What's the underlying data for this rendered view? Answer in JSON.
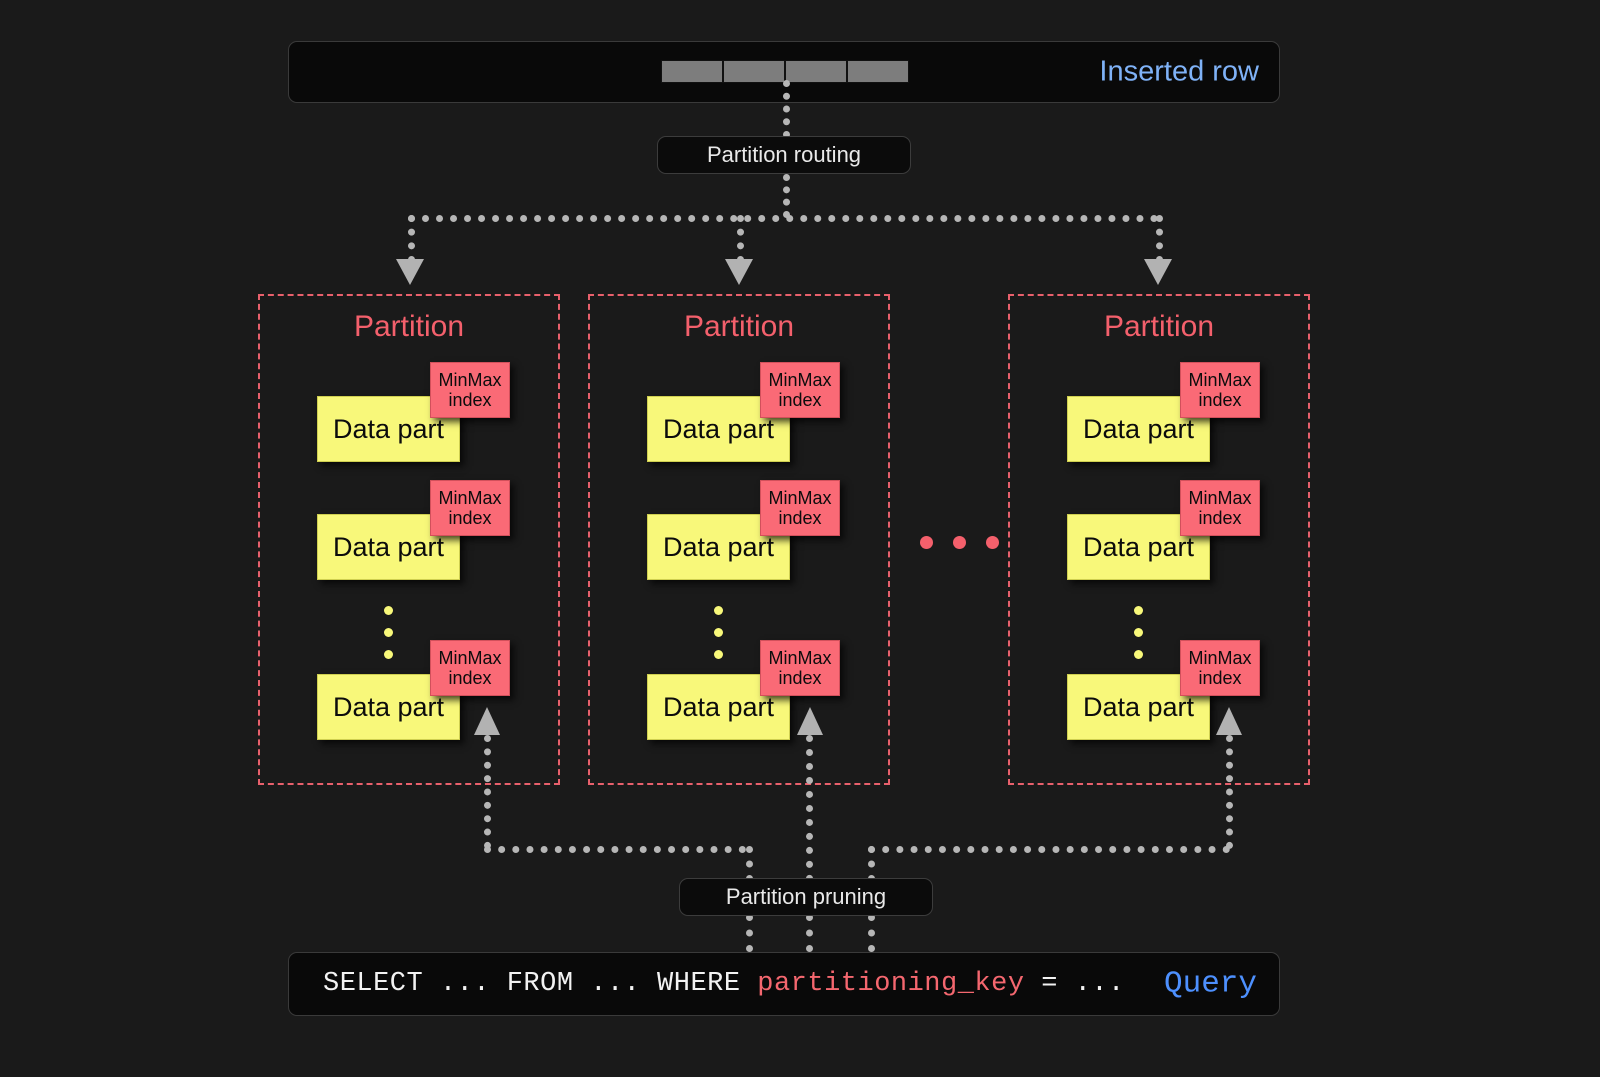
{
  "top": {
    "inserted_row_label": "Inserted row",
    "row_cell_count": 4,
    "routing_label": "Partition routing"
  },
  "partitions": [
    {
      "title": "Partition",
      "parts": [
        {
          "label": "Data part",
          "index_line1": "MinMax",
          "index_line2": "index"
        },
        {
          "label": "Data part",
          "index_line1": "MinMax",
          "index_line2": "index"
        },
        {
          "label": "Data part",
          "index_line1": "MinMax",
          "index_line2": "index"
        }
      ]
    },
    {
      "title": "Partition",
      "parts": [
        {
          "label": "Data part",
          "index_line1": "MinMax",
          "index_line2": "index"
        },
        {
          "label": "Data part",
          "index_line1": "MinMax",
          "index_line2": "index"
        },
        {
          "label": "Data part",
          "index_line1": "MinMax",
          "index_line2": "index"
        }
      ]
    },
    {
      "title": "Partition",
      "parts": [
        {
          "label": "Data part",
          "index_line1": "MinMax",
          "index_line2": "index"
        },
        {
          "label": "Data part",
          "index_line1": "MinMax",
          "index_line2": "index"
        },
        {
          "label": "Data part",
          "index_line1": "MinMax",
          "index_line2": "index"
        }
      ]
    }
  ],
  "ellipsis": {
    "between_partitions_dots": 3,
    "within_partition_dots": 3
  },
  "bottom": {
    "pruning_label": "Partition pruning",
    "query_prefix": "SELECT ... FROM ... WHERE ",
    "query_key": "partitioning_key",
    "query_suffix": " = ...",
    "query_label": "Query"
  },
  "colors": {
    "background": "#1a1a1a",
    "panel": "#090909",
    "partition_border": "#e8606c",
    "partition_title": "#f4606c",
    "data_part": "#f8f87a",
    "minmax_index": "#fa6a76",
    "inserted_row_accent": "#7fb2f7",
    "query_accent": "#4d90fe",
    "query_key_accent": "#f4676f",
    "connector": "#b6b6b6",
    "row_cell": "#7d7d7d"
  }
}
